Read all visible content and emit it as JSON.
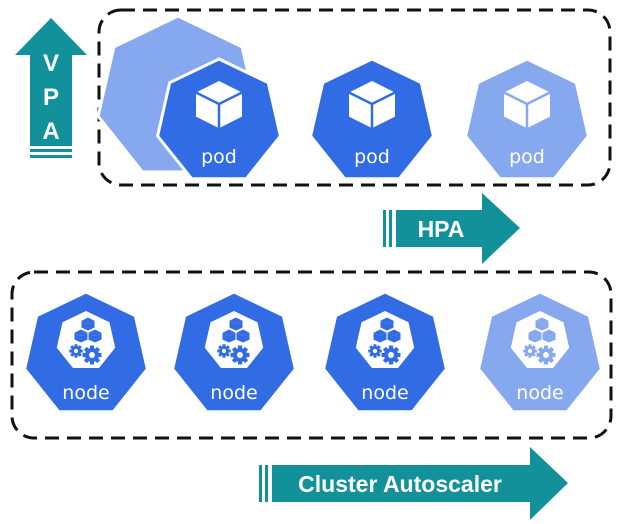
{
  "colors": {
    "dark_blue": "#326ce5",
    "light_blue": "#86a8ee",
    "teal": "#13919b",
    "border": "#111111"
  },
  "vpa": {
    "label": "VPA",
    "letters": [
      "V",
      "P",
      "A"
    ]
  },
  "hpa": {
    "label": "HPA"
  },
  "cluster_autoscaler": {
    "label": "Cluster Autoscaler"
  },
  "pods": [
    {
      "label": "pod",
      "style": "dark"
    },
    {
      "label": "pod",
      "style": "dark"
    },
    {
      "label": "pod",
      "style": "light"
    }
  ],
  "nodes": [
    {
      "label": "node",
      "style": "dark"
    },
    {
      "label": "node",
      "style": "dark"
    },
    {
      "label": "node",
      "style": "dark"
    },
    {
      "label": "node",
      "style": "light"
    }
  ]
}
